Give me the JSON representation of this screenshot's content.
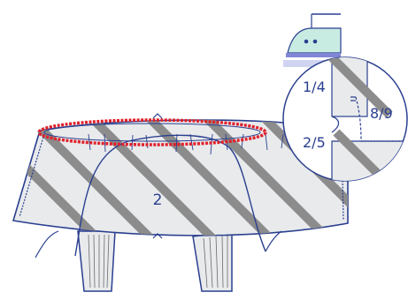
{
  "labels": {
    "panel_number": "2",
    "detail_top_left": "1/4",
    "detail_right": "8/9",
    "detail_bottom_left": "2/5"
  },
  "icons": {
    "iron": "iron-icon"
  },
  "colors": {
    "outline": "#2a3f8f",
    "fabric": "#e8eaec",
    "stripe": "#8c8c8c",
    "gather_stitch": "#e0202a",
    "iron_body": "#c9ece2",
    "iron_soleplate": "#7f86d6"
  }
}
